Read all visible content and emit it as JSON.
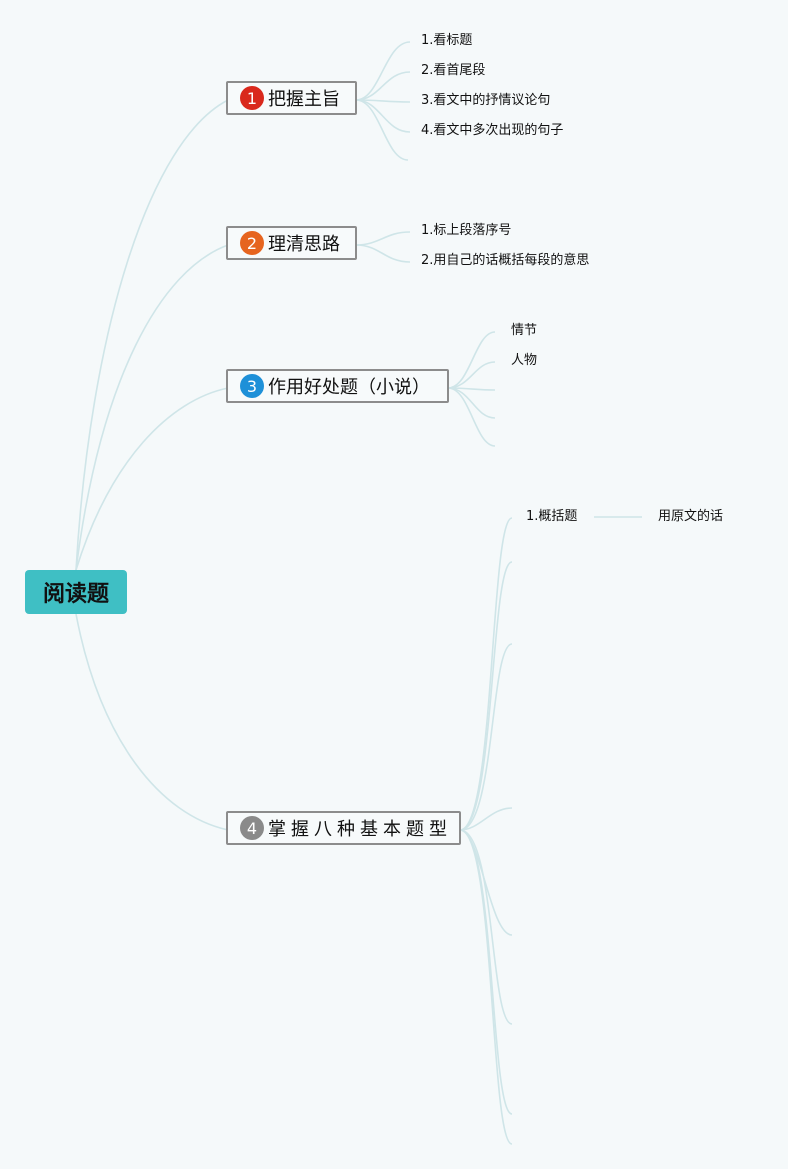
{
  "colors": {
    "background": "#f5f9fa",
    "root_fill": "#3fbfc4",
    "connector": "#cfe5e8",
    "badge_1": "#d9281c",
    "badge_2": "#e6641f",
    "badge_3": "#1e90d8",
    "badge_4": "#8a8a8a"
  },
  "root": {
    "label": "阅读题"
  },
  "branches": [
    {
      "badge": "1",
      "label": "把握主旨",
      "children": [
        "1.看标题",
        "2.看首尾段",
        "3.看文中的抒情议论句",
        "4.看文中多次出现的句子"
      ]
    },
    {
      "badge": "2",
      "label": "理清思路",
      "children": [
        "1.标上段落序号",
        "2.用自己的话概括每段的意思"
      ]
    },
    {
      "badge": "3",
      "label": "作用好处题（小说）",
      "children": [
        "情节",
        "人物"
      ]
    },
    {
      "badge": "4",
      "label": "掌握八种基本题型",
      "children": [
        "1.概括题"
      ],
      "grandchildren": [
        "用原文的话"
      ]
    }
  ]
}
